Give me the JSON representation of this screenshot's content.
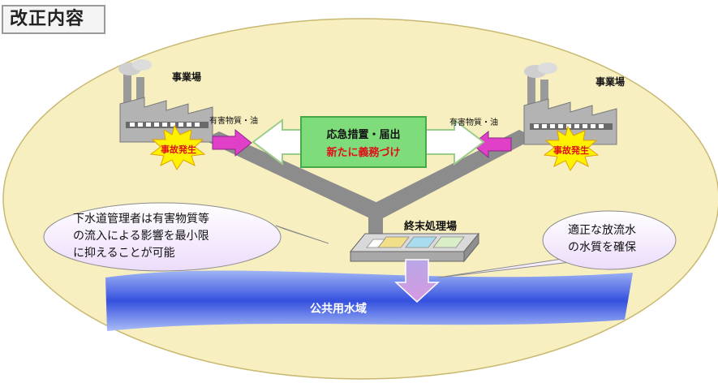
{
  "title": "改正内容",
  "factory_left": {
    "label": "事業場",
    "substance": "有害物質・油",
    "accident": "事故発生"
  },
  "factory_right": {
    "label": "事業場",
    "substance": "有害物質・油",
    "accident": "事故発生"
  },
  "center_box": {
    "line1": "応急措置・届出",
    "line2": "新たに義務づけ"
  },
  "treatment_plant": "終末処理場",
  "left_callout": [
    "下水道管理者は有害物質等",
    "の流入による影響を最小限",
    "に抑えることが可能"
  ],
  "right_callout": [
    "適正な放流水",
    "の水質を確保"
  ],
  "water_area": "公共用水域",
  "colors": {
    "ellipse": "#f7efc0",
    "pipe": "#8c8c8c",
    "center_box": "#7fdc7a",
    "accident_text": "#e0101a",
    "river": "#3a5fe0",
    "arrow_magenta": "#e040c8",
    "callout": "#f5ecff"
  }
}
